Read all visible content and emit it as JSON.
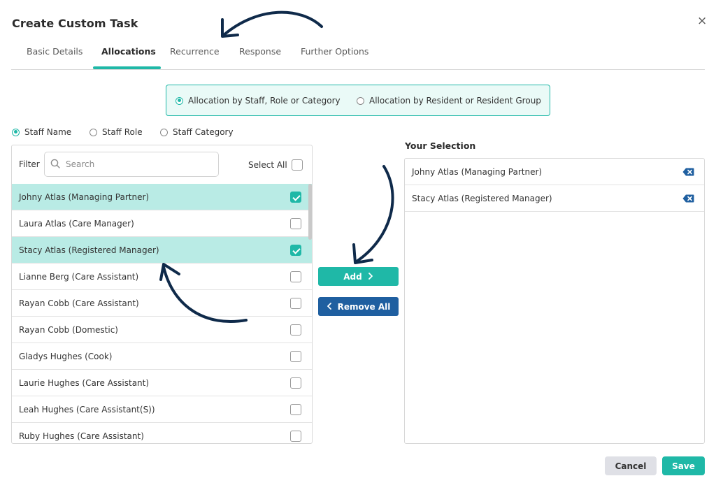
{
  "dialog": {
    "title": "Create Custom Task",
    "close_glyph": "×"
  },
  "tabs": [
    {
      "label": "Basic Details",
      "active": false
    },
    {
      "label": "Allocations",
      "active": true
    },
    {
      "label": "Recurrence",
      "active": false
    },
    {
      "label": "Response",
      "active": false
    },
    {
      "label": "Further Options",
      "active": false
    }
  ],
  "allocation_mode": {
    "options": [
      {
        "label": "Allocation by Staff, Role or Category",
        "selected": true
      },
      {
        "label": "Allocation by Resident or Resident Group",
        "selected": false
      }
    ]
  },
  "filter_type": {
    "options": [
      {
        "label": "Staff Name",
        "selected": true
      },
      {
        "label": "Staff Role",
        "selected": false
      },
      {
        "label": "Staff Category",
        "selected": false
      }
    ]
  },
  "left_panel": {
    "filter_label": "Filter",
    "search_placeholder": "Search",
    "search_value": "",
    "select_all_label": "Select All",
    "select_all_checked": false,
    "items": [
      {
        "name": "Johny Atlas (Managing Partner)",
        "checked": true
      },
      {
        "name": "Laura Atlas (Care Manager)",
        "checked": false
      },
      {
        "name": "Stacy Atlas (Registered Manager)",
        "checked": true
      },
      {
        "name": "Lianne Berg (Care Assistant)",
        "checked": false
      },
      {
        "name": "Rayan Cobb (Care Assistant)",
        "checked": false
      },
      {
        "name": "Rayan Cobb (Domestic)",
        "checked": false
      },
      {
        "name": "Gladys Hughes (Cook)",
        "checked": false
      },
      {
        "name": "Laurie Hughes (Care Assistant)",
        "checked": false
      },
      {
        "name": "Leah Hughes (Care Assistant(S))",
        "checked": false
      },
      {
        "name": "Ruby Hughes (Care Assistant)",
        "checked": false
      }
    ]
  },
  "actions": {
    "add_label": "Add",
    "remove_all_label": "Remove All"
  },
  "right_panel": {
    "title": "Your Selection",
    "items": [
      {
        "name": "Johny Atlas (Managing Partner)"
      },
      {
        "name": "Stacy Atlas (Registered Manager)"
      }
    ]
  },
  "footer": {
    "cancel_label": "Cancel",
    "save_label": "Save"
  },
  "colors": {
    "accent": "#1fb8a7",
    "selected_row": "#b9ebe5",
    "remove_button": "#1f5fa0",
    "annotation_arrow": "#0f2a4a"
  },
  "icons": {
    "close": "close-icon",
    "search": "search-icon",
    "add_chevron": "chevron-right-icon",
    "remove_chevron": "chevron-left-icon",
    "delete": "backspace-delete-icon"
  }
}
